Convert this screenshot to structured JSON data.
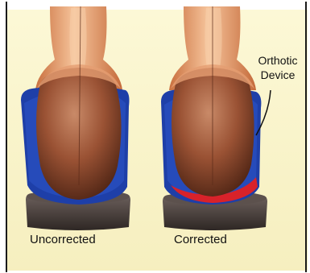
{
  "figure": {
    "labels": {
      "left": "Uncorrected",
      "right": "Corrected"
    },
    "callout": {
      "line1": "Orthotic",
      "line2": "Device"
    },
    "colors": {
      "background": "#FBF6CC",
      "frame": "#1A1A1A",
      "skin_light": "#F2B58A",
      "skin_dark": "#B35A2F",
      "heel_dark": "#5A2A18",
      "orthotic_blue": "#1E3FA8",
      "correction_red": "#D8222A",
      "base_gray": "#4A403D"
    }
  }
}
